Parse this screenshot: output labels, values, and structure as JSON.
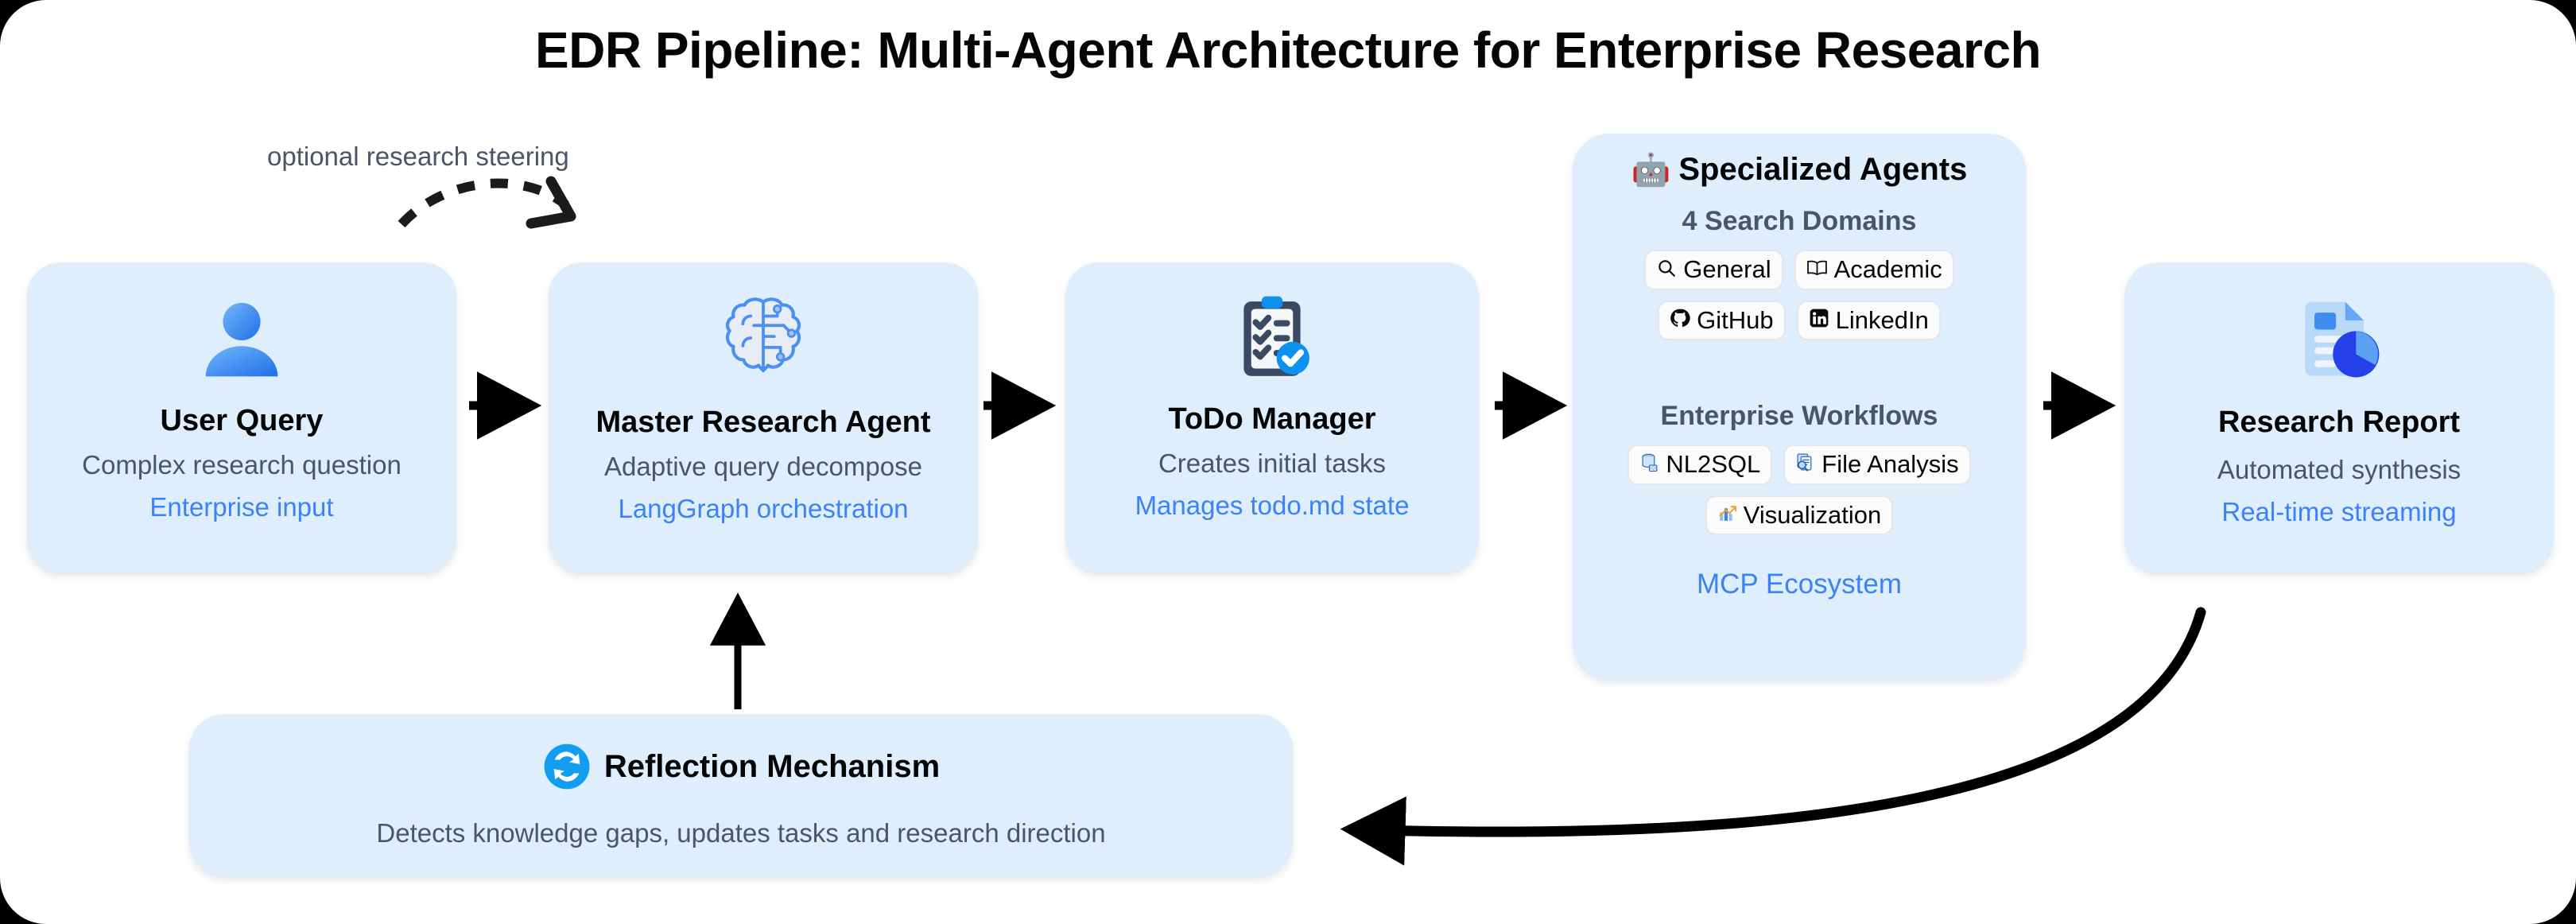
{
  "title": "EDR Pipeline: Multi-Agent Architecture for Enterprise Research",
  "colors": {
    "node_bg": "#dfeefd",
    "accent_blue": "#3b82f6",
    "subtext": "#4a5566",
    "chip_bg": "#fbfbfc",
    "chip_border": "#e3e6ea",
    "arrow": "#000000",
    "canvas": "#ffffff"
  },
  "annotations": {
    "steering_label": "optional research steering"
  },
  "nodes": [
    {
      "id": "user-query",
      "icon": "user-icon",
      "title": "User Query",
      "subtitle": "Complex research question",
      "accent": "Enterprise input"
    },
    {
      "id": "master-research-agent",
      "icon": "brain-circuit-icon",
      "title": "Master Research Agent",
      "subtitle": "Adaptive query decompose",
      "accent": "LangGraph orchestration"
    },
    {
      "id": "todo-manager",
      "icon": "clipboard-checklist-icon",
      "title": "ToDo Manager",
      "subtitle": "Creates initial tasks",
      "accent": "Manages todo.md state"
    },
    {
      "id": "research-report",
      "icon": "document-piechart-icon",
      "title": "Research Report",
      "subtitle": "Automated synthesis",
      "accent": "Real-time streaming"
    }
  ],
  "agents_panel": {
    "emoji": "🤖",
    "title": "Specialized Agents",
    "search_heading": "4 Search Domains",
    "search_chips": [
      {
        "glyph": "search-glyph",
        "label": "General"
      },
      {
        "glyph": "book-glyph",
        "label": "Academic"
      },
      {
        "glyph": "github-glyph",
        "label": "GitHub"
      },
      {
        "glyph": "linkedin-glyph",
        "label": "LinkedIn"
      }
    ],
    "workflow_heading": "Enterprise Workflows",
    "workflow_chips": [
      {
        "glyph": "🗄",
        "label": "NL2SQL"
      },
      {
        "glyph": "🔎",
        "label": "File Analysis"
      },
      {
        "glyph": "📊",
        "label": "Visualization"
      }
    ],
    "accent": "MCP Ecosystem"
  },
  "reflection": {
    "emoji": "🔄",
    "title": "Reflection Mechanism",
    "subtitle": "Detects knowledge gaps, updates tasks and research direction"
  }
}
